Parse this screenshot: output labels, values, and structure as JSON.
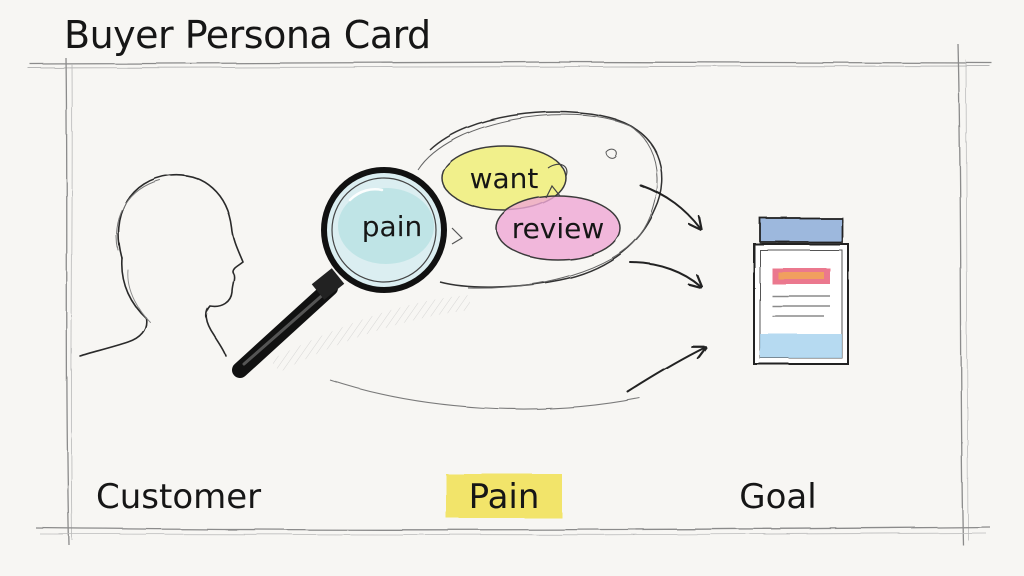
{
  "title": "Buyer Persona Card",
  "bubbles": {
    "pain": "pain",
    "want": "want",
    "review": "review"
  },
  "labels": {
    "customer": "Customer",
    "pain": "Pain",
    "goal": "Goal"
  },
  "colors": {
    "background": "#f7f6f3",
    "ink": "#1b1b1b",
    "pain_bubble": "#a8dcdc",
    "want_bubble": "#f1ef7a",
    "review_bubble": "#f0a8d6",
    "pain_highlight": "#f2e04a",
    "doc_header": "#7ea3d6",
    "doc_accent": "#e8607a",
    "doc_footer": "#a9d4ee"
  },
  "icons": [
    "customer-head-icon",
    "magnifying-glass-icon",
    "document-icon",
    "arrow-icon"
  ]
}
